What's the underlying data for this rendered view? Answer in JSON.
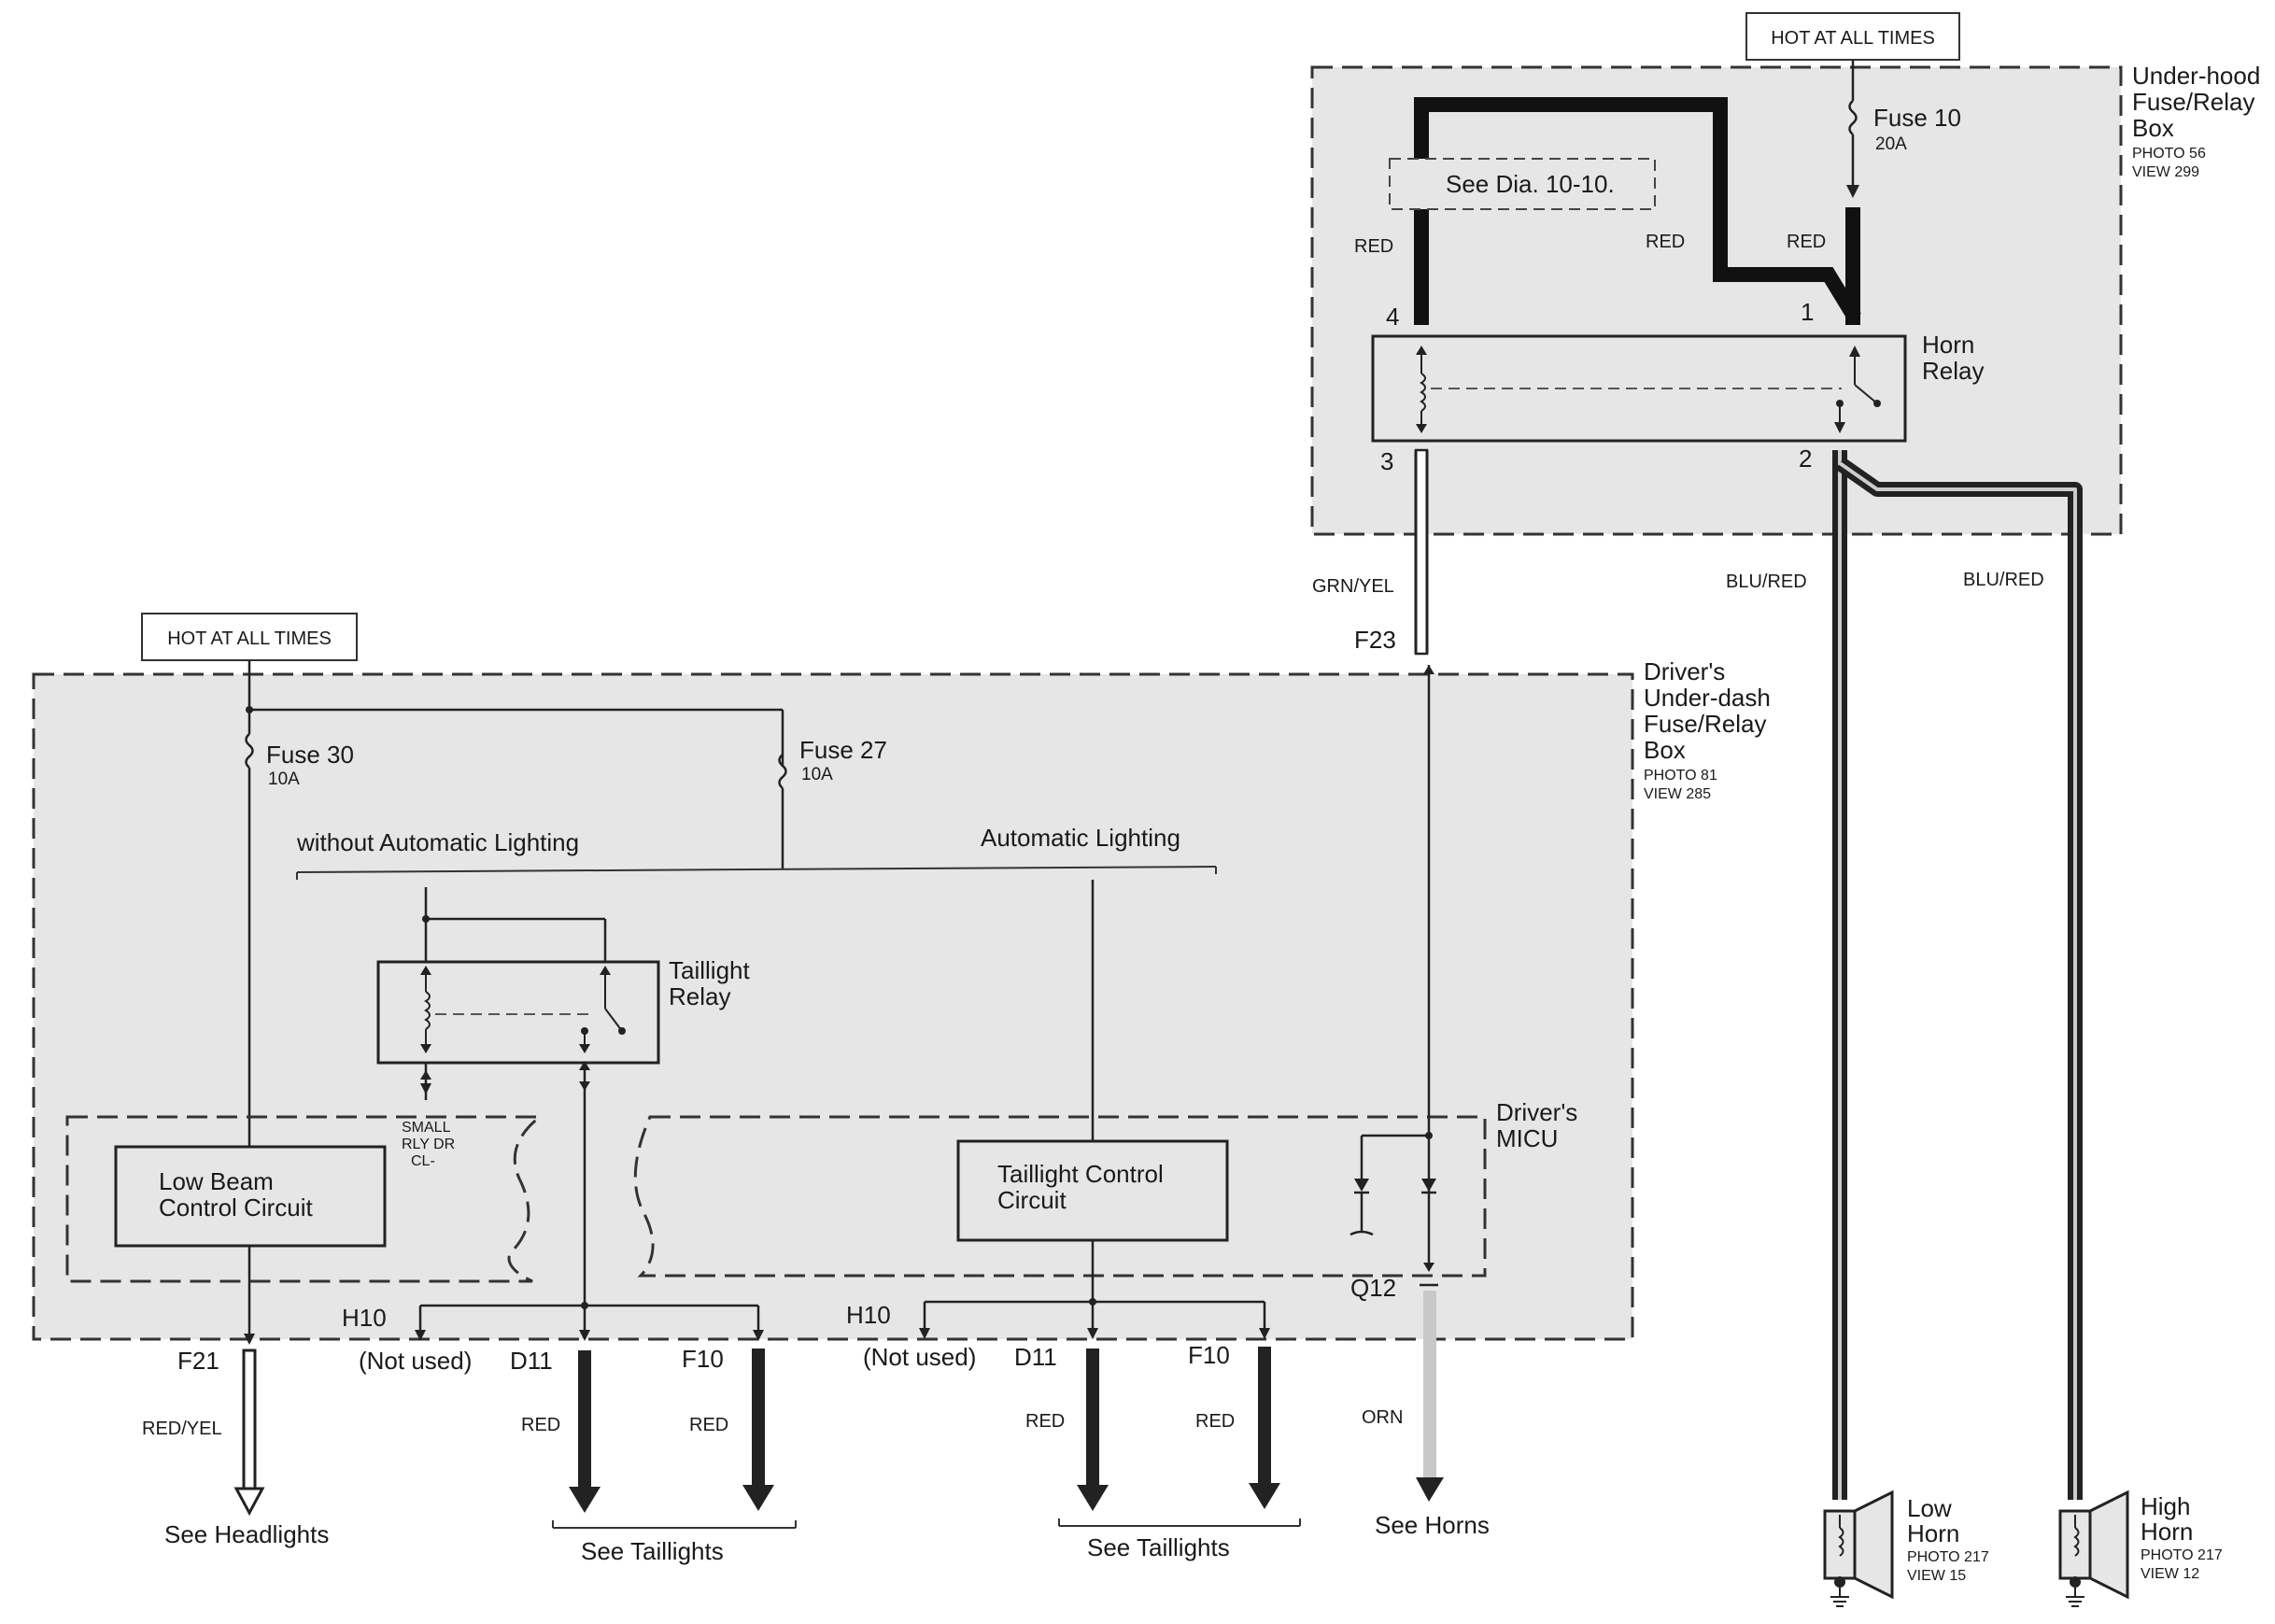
{
  "hot_top": "HOT AT ALL TIMES",
  "hot_left": "HOT AT ALL TIMES",
  "underhood_box": {
    "l1": "Under-hood",
    "l2": "Fuse/Relay",
    "l3": "Box",
    "photo": "PHOTO 56",
    "view": "VIEW 299"
  },
  "fuse10": {
    "name": "Fuse 10",
    "rating": "20A"
  },
  "see_dia": "See Dia. 10-10.",
  "wire_red_a": "RED",
  "wire_red_b": "RED",
  "wire_red_c": "RED",
  "horn_relay": {
    "l1": "Horn",
    "l2": "Relay",
    "pin1": "1",
    "pin2": "2",
    "pin3": "3",
    "pin4": "4"
  },
  "wire_grnyel": "GRN/YEL",
  "wire_blured_1": "BLU/RED",
  "wire_blured_2": "BLU/RED",
  "f23": "F23",
  "underdash_box": {
    "l1": "Driver's",
    "l2": "Under-dash",
    "l3": "Fuse/Relay",
    "l4": "Box",
    "photo": "PHOTO 81",
    "view": "VIEW 285"
  },
  "fuse30": {
    "name": "Fuse 30",
    "rating": "10A"
  },
  "fuse27": {
    "name": "Fuse 27",
    "rating": "10A"
  },
  "without_auto": "without Automatic Lighting",
  "auto_lighting": "Automatic Lighting",
  "taillight_relay": {
    "l1": "Taillight",
    "l2": "Relay"
  },
  "small_rly": {
    "l1": "SMALL",
    "l2": "RLY DR",
    "l3": "CL-"
  },
  "micu": {
    "l1": "Driver's",
    "l2": "MICU"
  },
  "low_beam": {
    "l1": "Low Beam",
    "l2": "Control Circuit"
  },
  "taillight_ctrl": {
    "l1": "Taillight Control",
    "l2": "Circuit"
  },
  "q12": "Q12",
  "h10_a": "H10",
  "h10_b": "H10",
  "not_used_a": "(Not used)",
  "not_used_b": "(Not used)",
  "f21": "F21",
  "d11_a": "D11",
  "d11_b": "D11",
  "f10_a": "F10",
  "f10_b": "F10",
  "wire_redyel": "RED/YEL",
  "wire_red_d1": "RED",
  "wire_red_f1": "RED",
  "wire_red_d2": "RED",
  "wire_red_f2": "RED",
  "wire_orn": "ORN",
  "see_headlights": "See Headlights",
  "see_taillights_a": "See Taillights",
  "see_taillights_b": "See Taillights",
  "see_horns": "See Horns",
  "low_horn": {
    "l1": "Low",
    "l2": "Horn",
    "photo": "PHOTO 217",
    "view": "VIEW 15"
  },
  "high_horn": {
    "l1": "High",
    "l2": "Horn",
    "photo": "PHOTO 217",
    "view": "VIEW 12"
  }
}
